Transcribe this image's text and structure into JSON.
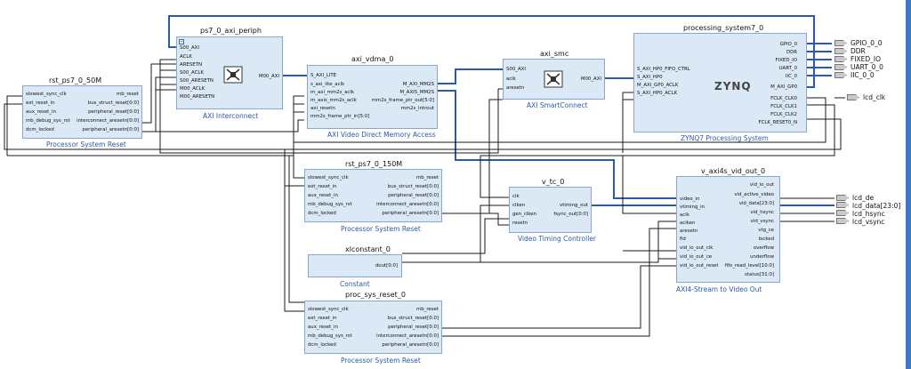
{
  "blocks": {
    "rst50": {
      "title": "rst_ps7_0_50M",
      "subtitle": "Processor System Reset",
      "inputs": [
        "slowest_sync_clk",
        "ext_reset_in",
        "aux_reset_in",
        "mb_debug_sys_rst",
        "dcm_locked"
      ],
      "outputs": [
        "mb_reset",
        "bus_struct_reset[0:0]",
        "peripheral_reset[0:0]",
        "interconnect_aresetn[0:0]",
        "peripheral_aresetn[0:0]"
      ]
    },
    "periph": {
      "title": "ps7_0_axi_periph",
      "subtitle": "AXI Interconnect",
      "inputs": [
        "S00_AXI",
        "ACLK",
        "ARESETN",
        "S00_ACLK",
        "S00_ARESETN",
        "M00_ACLK",
        "M00_ARESETN"
      ],
      "outputs": [
        "M00_AXI"
      ]
    },
    "vdma": {
      "title": "axi_vdma_0",
      "subtitle": "AXI Video Direct Memory Access",
      "inputs": [
        "S_AXI_LITE",
        "s_axi_lite_aclk",
        "m_axi_mm2s_aclk",
        "m_axis_mm2s_aclk",
        "axi_resetn",
        "mm2s_frame_ptr_in[5:0]"
      ],
      "outputs": [
        "M_AXI_MM2S",
        "M_AXIS_MM2S",
        "mm2s_frame_ptr_out[5:0]",
        "mm2s_introut"
      ]
    },
    "smc": {
      "title": "axi_smc",
      "subtitle": "AXI SmartConnect",
      "inputs": [
        "S00_AXI",
        "aclk",
        "aresetn"
      ],
      "outputs": [
        "M00_AXI"
      ]
    },
    "ps7": {
      "title": "processing_system7_0",
      "subtitle": "ZYNQ7 Processing System",
      "logo": "ZYNQ",
      "inputs": [
        "S_AXI_HP0_FIFO_CTRL",
        "S_AXI_HP0",
        "M_AXI_GP0_ACLK",
        "S_AXI_HP0_ACLK"
      ],
      "outputs": [
        "GPIO_0",
        "DDR",
        "FIXED_IO",
        "UART_0",
        "IIC_0",
        "M_AXI_GP0",
        "FCLK_CLK0",
        "FCLK_CLK1",
        "FCLK_CLK2",
        "FCLK_RESET0_N"
      ]
    },
    "rst150": {
      "title": "rst_ps7_0_150M",
      "subtitle": "Processor System Reset",
      "inputs": [
        "slowest_sync_clk",
        "ext_reset_in",
        "aux_reset_in",
        "mb_debug_sys_rst",
        "dcm_locked"
      ],
      "outputs": [
        "mb_reset",
        "bus_struct_reset[0:0]",
        "peripheral_reset[0:0]",
        "interconnect_aresetn[0:0]",
        "peripheral_aresetn[0:0]"
      ]
    },
    "vtc": {
      "title": "v_tc_0",
      "subtitle": "Video Timing Controller",
      "inputs": [
        "clk",
        "clken",
        "gen_clken",
        "resetn"
      ],
      "outputs": [
        "vtiming_out",
        "fsync_out[0:0]"
      ]
    },
    "vout": {
      "title": "v_axi4s_vid_out_0",
      "subtitle": "AXI4-Stream to Video Out",
      "inputs": [
        "video_in",
        "vtiming_in",
        "aclk",
        "aclken",
        "aresetn",
        "fid",
        "vid_io_out_clk",
        "vid_io_out_ce",
        "vid_io_out_reset"
      ],
      "outputs": [
        "vid_io_out",
        "vid_active_video",
        "vid_data[23:0]",
        "vid_hsync",
        "vid_vsync",
        "vtg_ce",
        "locked",
        "overflow",
        "underflow",
        "fifo_read_level[10:0]",
        "status[31:0]"
      ]
    },
    "xlc": {
      "title": "xlconstant_0",
      "subtitle": "Constant",
      "outputs": [
        "dout[0:0]"
      ]
    },
    "procrst": {
      "title": "proc_sys_reset_0",
      "subtitle": "Processor System Reset",
      "inputs": [
        "slowest_sync_clk",
        "ext_reset_in",
        "aux_reset_in",
        "mb_debug_sys_rst",
        "dcm_locked"
      ],
      "outputs": [
        "mb_reset",
        "bus_struct_reset[0:0]",
        "peripheral_reset[0:0]",
        "interconnect_aresetn[0:0]",
        "peripheral_aresetn[0:0]"
      ]
    }
  },
  "external_ports": {
    "ps7": [
      "GPIO_0_0",
      "DDR",
      "FIXED_IO",
      "UART_0_0",
      "IIC_0_0"
    ],
    "lcd_clk": "lcd_clk",
    "vout": [
      "lcd_de",
      "lcd_data[23:0]",
      "lcd_hsync",
      "lcd_vsync"
    ]
  },
  "colors": {
    "block_fill": "#dbe8f5",
    "block_border": "#8aa6c8",
    "wire": "#1a1a1a",
    "bus": "#2a5aa8",
    "subtitle": "#2a5aa8"
  }
}
